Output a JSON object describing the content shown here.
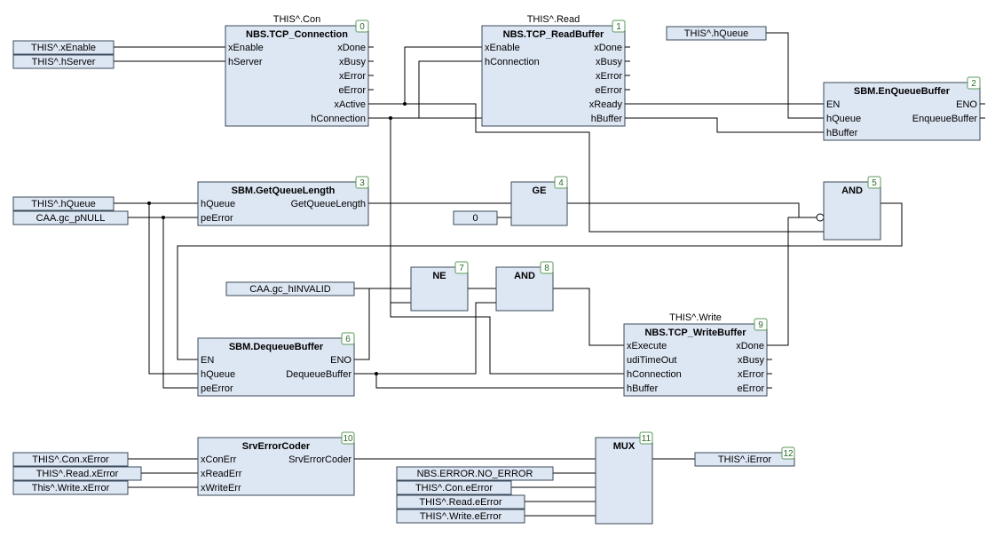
{
  "blocks": [
    {
      "id": "conn",
      "number": "0",
      "instance": "THIS^.Con",
      "title": "NBS.TCP_Connection",
      "inputs": [
        "xEnable",
        "hServer"
      ],
      "outputs": [
        "xDone",
        "xBusy",
        "xError",
        "eError",
        "xActive",
        "hConnection"
      ]
    },
    {
      "id": "read",
      "number": "1",
      "instance": "THIS^.Read",
      "title": "NBS.TCP_ReadBuffer",
      "inputs": [
        "xEnable",
        "hConnection"
      ],
      "outputs": [
        "xDone",
        "xBusy",
        "xError",
        "eError",
        "xReady",
        "hBuffer"
      ]
    },
    {
      "id": "enq",
      "number": "2",
      "instance": "",
      "title": "SBM.EnQueueBuffer",
      "inputs": [
        "EN",
        "hQueue",
        "hBuffer"
      ],
      "outputs": [
        "ENO",
        "EnqueueBuffer"
      ]
    },
    {
      "id": "gql",
      "number": "3",
      "instance": "",
      "title": "SBM.GetQueueLength",
      "inputs": [
        "hQueue",
        "peError"
      ],
      "outputs": [
        "GetQueueLength"
      ]
    },
    {
      "id": "ge",
      "number": "4",
      "instance": "",
      "title": "GE",
      "inputs": [],
      "outputs": []
    },
    {
      "id": "and5",
      "number": "5",
      "instance": "",
      "title": "AND",
      "inputs": [],
      "outputs": []
    },
    {
      "id": "deq",
      "number": "6",
      "instance": "",
      "title": "SBM.DequeueBuffer",
      "inputs": [
        "EN",
        "hQueue",
        "peError"
      ],
      "outputs": [
        "ENO",
        "DequeueBuffer"
      ]
    },
    {
      "id": "ne",
      "number": "7",
      "instance": "",
      "title": "NE",
      "inputs": [],
      "outputs": []
    },
    {
      "id": "and8",
      "number": "8",
      "instance": "",
      "title": "AND",
      "inputs": [],
      "outputs": []
    },
    {
      "id": "write",
      "number": "9",
      "instance": "THIS^.Write",
      "title": "NBS.TCP_WriteBuffer",
      "inputs": [
        "xExecute",
        "udiTimeOut",
        "hConnection",
        "hBuffer"
      ],
      "outputs": [
        "xDone",
        "xBusy",
        "xError",
        "eError"
      ]
    },
    {
      "id": "err",
      "number": "10",
      "instance": "",
      "title": "SrvErrorCoder",
      "inputs": [
        "xConErr",
        "xReadErr",
        "xWriteErr"
      ],
      "outputs": [
        "SrvErrorCoder"
      ]
    },
    {
      "id": "mux",
      "number": "11",
      "instance": "",
      "title": "MUX",
      "inputs": [],
      "outputs": []
    }
  ],
  "variables": [
    {
      "id": "v_xEnable",
      "text": "THIS^.xEnable"
    },
    {
      "id": "v_hServer",
      "text": "THIS^.hServer"
    },
    {
      "id": "v_hQueue_top",
      "text": "THIS^.hQueue"
    },
    {
      "id": "v_hQueue_mid",
      "text": "THIS^.hQueue"
    },
    {
      "id": "v_pNULL",
      "text": "CAA.gc_pNULL"
    },
    {
      "id": "v_zero",
      "text": "0"
    },
    {
      "id": "v_hINVALID",
      "text": "CAA.gc_hINVALID"
    },
    {
      "id": "v_conx",
      "text": "THIS^.Con.xError"
    },
    {
      "id": "v_readx",
      "text": "THIS^.Read.xError"
    },
    {
      "id": "v_writex",
      "text": "This^.Write.xError"
    },
    {
      "id": "v_noerr",
      "text": "NBS.ERROR.NO_ERROR"
    },
    {
      "id": "v_cone",
      "text": "THIS^.Con.eError"
    },
    {
      "id": "v_reade",
      "text": "THIS^.Read.eError"
    },
    {
      "id": "v_writee",
      "text": "THIS^.Write.eError"
    },
    {
      "id": "v_ierror",
      "text": "THIS^.iError",
      "number": "12"
    }
  ]
}
